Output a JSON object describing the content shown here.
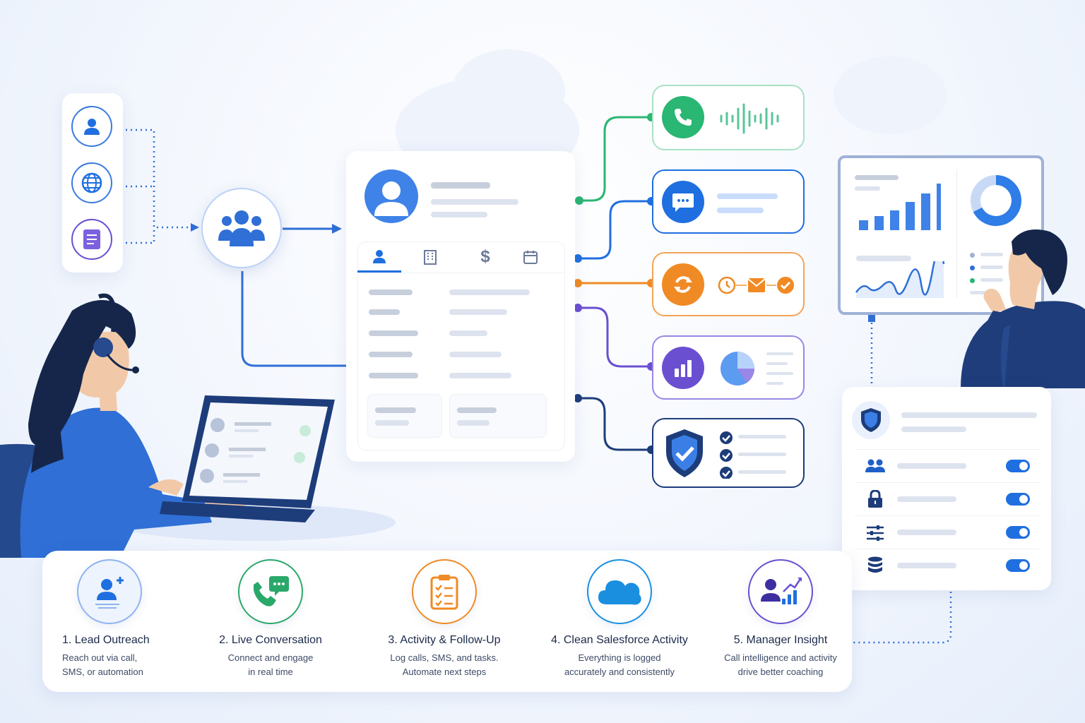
{
  "steps": [
    {
      "title": "1. Lead Outreach",
      "desc_line1": "Reach out via call,",
      "desc_line2": "SMS, or automation",
      "color": "#3a7be0"
    },
    {
      "title": "2. Live Conversation",
      "desc_line1": "Connect and engage",
      "desc_line2": "in real time",
      "color": "#2aa86a"
    },
    {
      "title": "3. Activity & Follow-Up",
      "desc_line1": "Log calls, SMS, and tasks.",
      "desc_line2": "Automate next steps",
      "color": "#f08a24"
    },
    {
      "title": "4. Clean Salesforce Activity",
      "desc_line1": "Everything is logged",
      "desc_line2": "accurately and consistently",
      "color": "#1a8fe0"
    },
    {
      "title": "5. Manager Insight",
      "desc_line1": "Call intelligence and activity",
      "desc_line2": "drive better coaching",
      "color": "#6a4fd1"
    }
  ],
  "channels": [
    {
      "name": "voice-call",
      "color": "#2ab673",
      "icon": "phone-icon"
    },
    {
      "name": "sms-message",
      "color": "#1f6fe0",
      "icon": "chat-icon"
    },
    {
      "name": "automation",
      "color": "#f08a24",
      "icon": "sync-icon"
    },
    {
      "name": "analytics",
      "color": "#6a4fd1",
      "icon": "bar-chart-icon"
    },
    {
      "name": "compliance",
      "color": "#1d3c7a",
      "icon": "shield-check-icon"
    }
  ],
  "crm_tabs": [
    "contact-icon",
    "building-icon",
    "dollar-icon",
    "calendar-icon"
  ],
  "crm_dollar_glyph": "$",
  "toggles": [
    {
      "icon": "users-icon",
      "on": true
    },
    {
      "icon": "lock-icon",
      "on": true
    },
    {
      "icon": "sliders-icon",
      "on": true
    },
    {
      "icon": "database-icon",
      "on": true
    }
  ],
  "colors": {
    "primary": "#1f6fe0",
    "green": "#2ab673",
    "orange": "#f08a24",
    "purple": "#6a4fd1",
    "navy": "#1d3c7a"
  }
}
